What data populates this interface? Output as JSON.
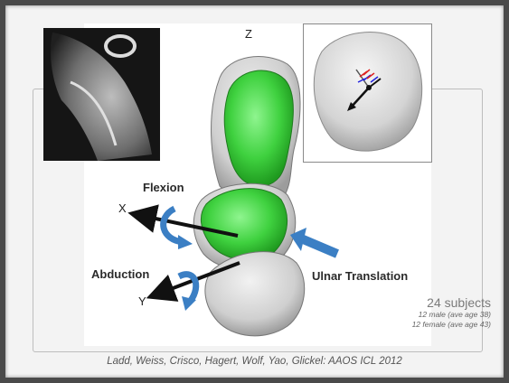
{
  "figure": {
    "axis_z": "Z",
    "axis_x": "X",
    "axis_y": "Y",
    "flexion_label": "Flexion",
    "abduction_label": "Abduction",
    "ulnar_translation_label": "Ulnar Translation"
  },
  "study": {
    "subjects": "24 subjects",
    "male": "12 male (ave age 38)",
    "female": "12 female (ave age 43)"
  },
  "citation": "Ladd, Weiss, Crisco, Hagert, Wolf, Yao, Glickel: AAOS ICL 2012",
  "colors": {
    "bone_green": "#3fd13f",
    "bone_gray": "#d8d8d8",
    "arrow_blue": "#3b7fc4"
  }
}
